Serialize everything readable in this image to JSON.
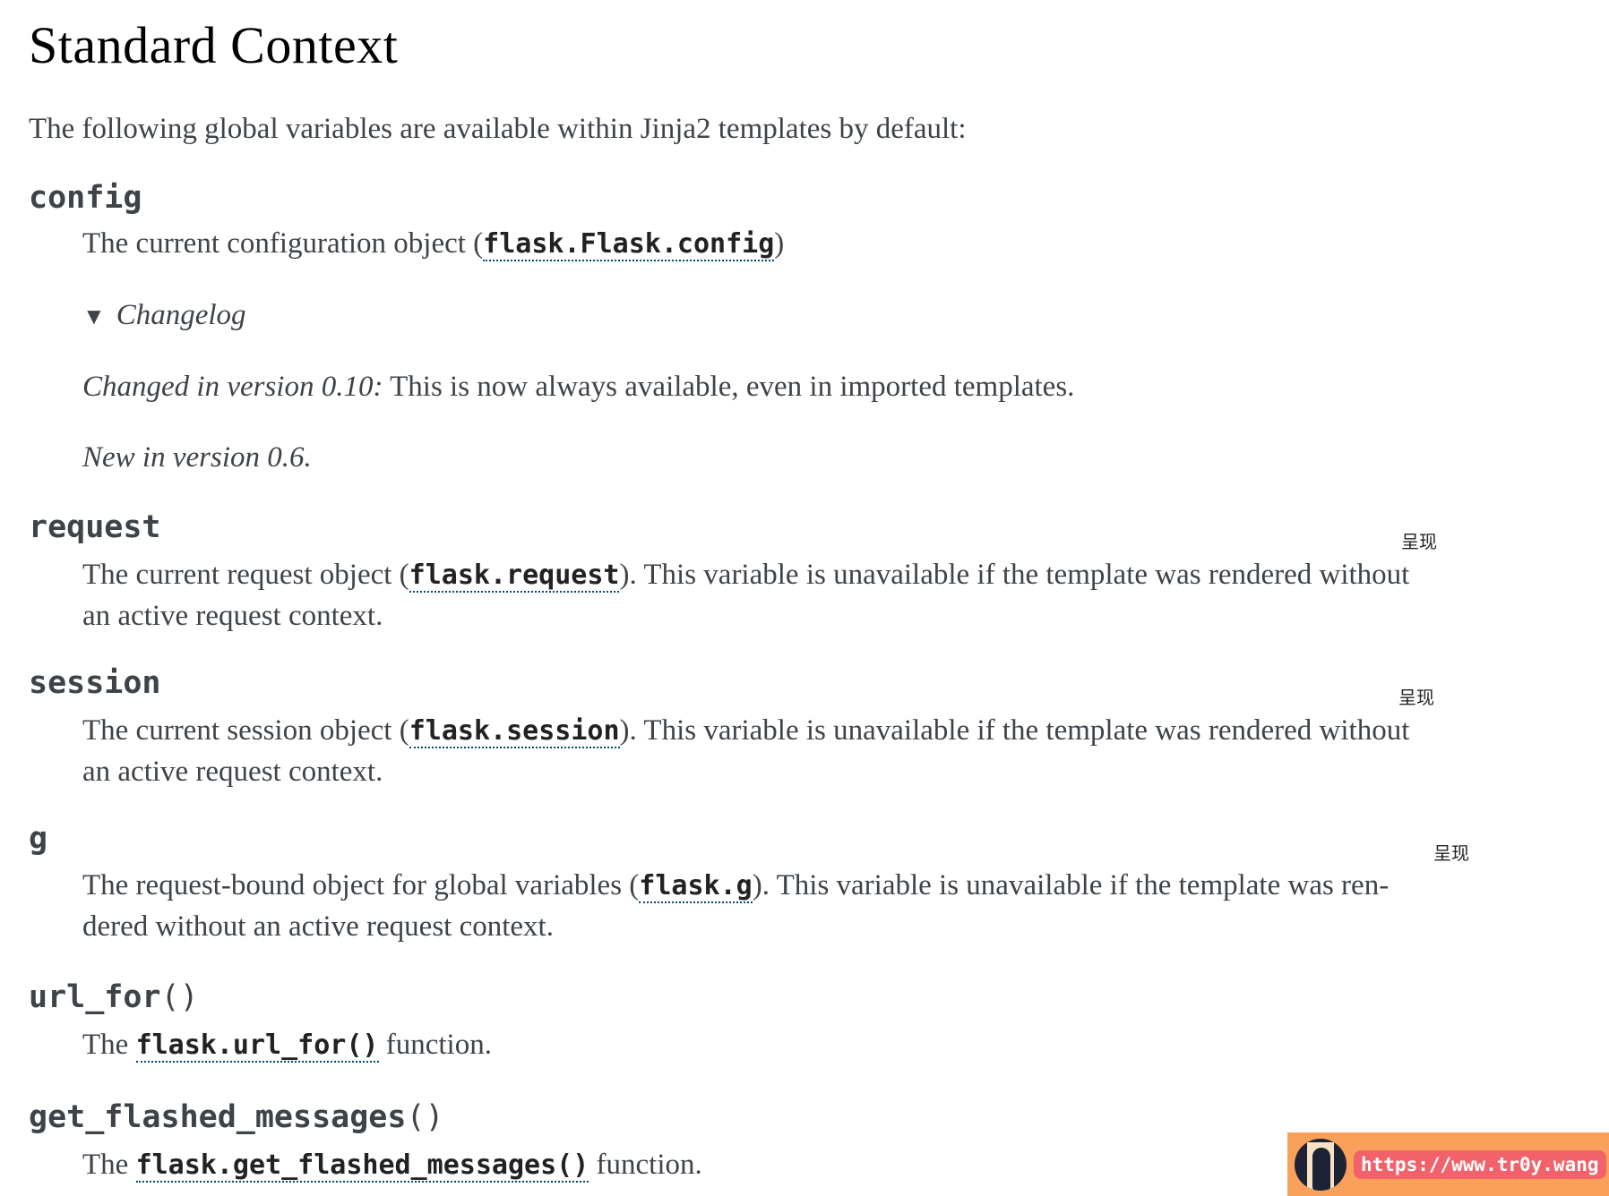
{
  "title": "Standard Context",
  "intro": "The following global variables are available within Jinja2 templates by default:",
  "config": {
    "name": "config",
    "desc_pre": "The current configuration object (",
    "code": "flask.Flask.config",
    "desc_post": ")",
    "changelog": "Changelog",
    "changed_label": "Changed in version 0.10:",
    "changed_text": " This is now always available, even in imported templates.",
    "new_in": "New in version 0.6."
  },
  "request": {
    "name": "request",
    "pre": "The current request object (",
    "code": "flask.request",
    "post": "). This variable is unavailable if the template was rendered without",
    "line2": "an active request context.",
    "note": "呈现"
  },
  "session": {
    "name": "session",
    "pre": "The current session object (",
    "code": "flask.session",
    "post": "). This variable is unavailable if the template was rendered without",
    "line2": "an active request context.",
    "note": "呈现"
  },
  "g": {
    "name": "g",
    "pre": "The request-bound object for global variables (",
    "code": "flask.g",
    "post": "). This variable is unavailable if the template was ren-",
    "line2": "dered without an active request context.",
    "note": "呈现"
  },
  "url_for": {
    "name": "url_for",
    "parens": "()",
    "pre": "The ",
    "code": "flask.url_for()",
    "post": " function."
  },
  "get_flashed": {
    "name": "get_flashed_messages",
    "parens": "()",
    "pre": "The ",
    "code": "flask.get_flashed_messages()",
    "post": " function."
  },
  "watermark": {
    "url": "https://www.tr0y.wang"
  }
}
